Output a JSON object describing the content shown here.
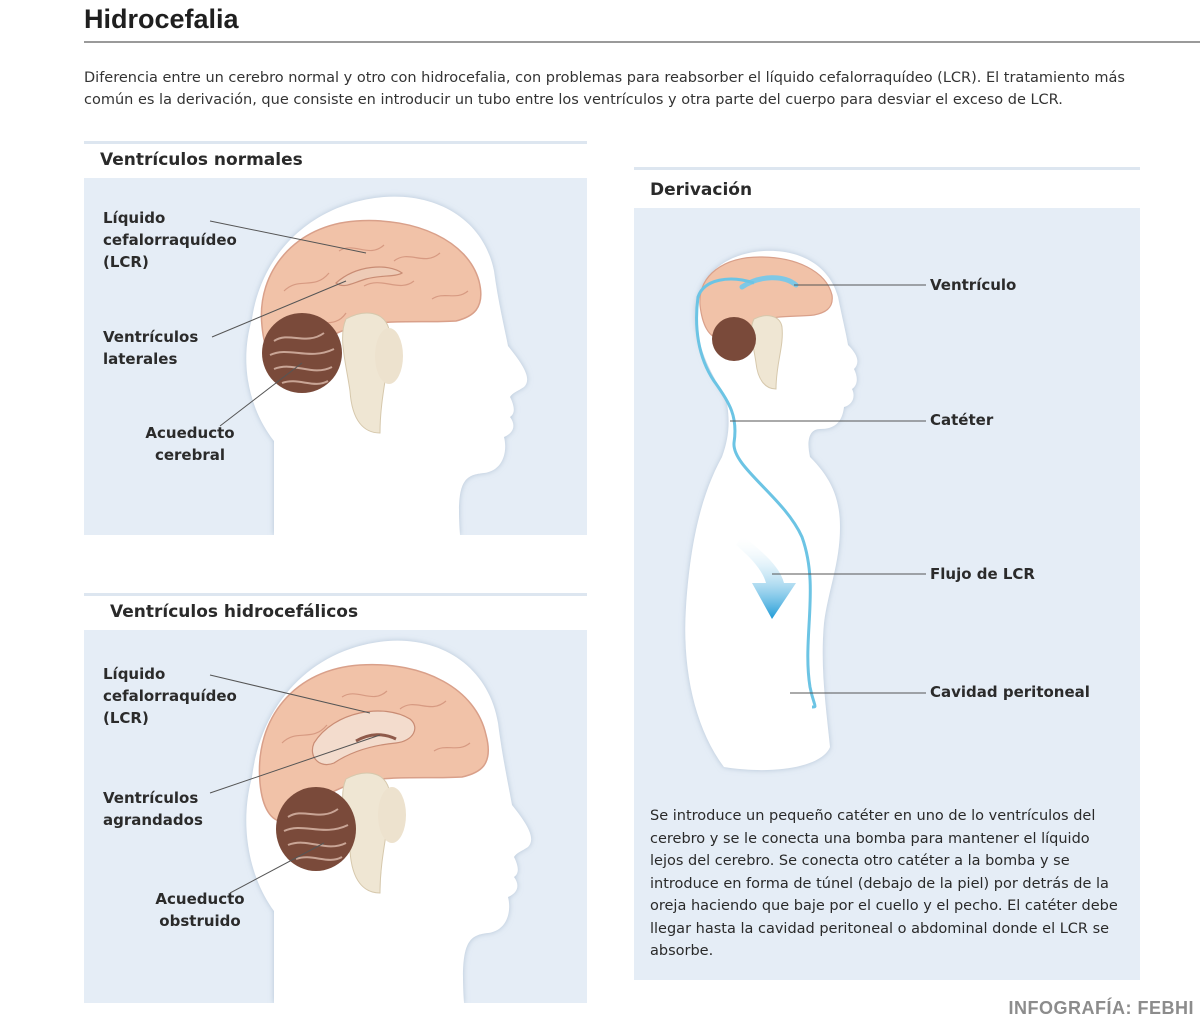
{
  "title": "Hidrocefalia",
  "intro": "Diferencia entre un cerebro normal y otro con hidrocefalia, con problemas para reabsorber el líquido cefalorraquídeo (LCR). El tratamiento más común es la derivación, que consiste en introducir un tubo entre los ventrículos y otra parte del cuerpo para desviar el exceso de LCR.",
  "panels": {
    "normal": {
      "title": "Ventrículos normales",
      "labels": {
        "lcr": "Líquido\ncefalorraquídeo\n(LCR)",
        "ventricles": "Ventrículos\nlaterales",
        "aqueduct": "Acueducto\ncerebral"
      }
    },
    "hydro": {
      "title": "Ventrículos hidrocefálicos",
      "labels": {
        "lcr": "Líquido\ncefalorraquídeo\n(LCR)",
        "ventricles": "Ventrículos\nagrandados",
        "aqueduct": "Acueducto\nobstruido"
      }
    },
    "shunt": {
      "title": "Derivación",
      "labels": {
        "ventricle": "Ventrículo",
        "catheter": "Catéter",
        "flow": "Flujo de LCR",
        "peritoneal": "Cavidad peritoneal"
      },
      "description": "Se introduce un pequeño catéter en uno de lo ventrículos del cerebro y se le conecta una bomba para mantener el líquido lejos del cerebro. Se conecta otro catéter a la bomba y se introduce en forma de túnel (debajo de la piel) por detrás de la oreja haciendo que baje por el cuello y el pecho. El catéter debe llegar hasta la cavidad peritoneal o abdominal donde el LCR se absorbe."
    }
  },
  "credit": "INFOGRAFÍA: FEBHI",
  "colors": {
    "panel_bg": "#e5edf6",
    "brain": "#f1c2a8",
    "cerebellum": "#7a4a3a",
    "catheter": "#6cc4e4",
    "flow_arrow": "#1e9bd7"
  }
}
